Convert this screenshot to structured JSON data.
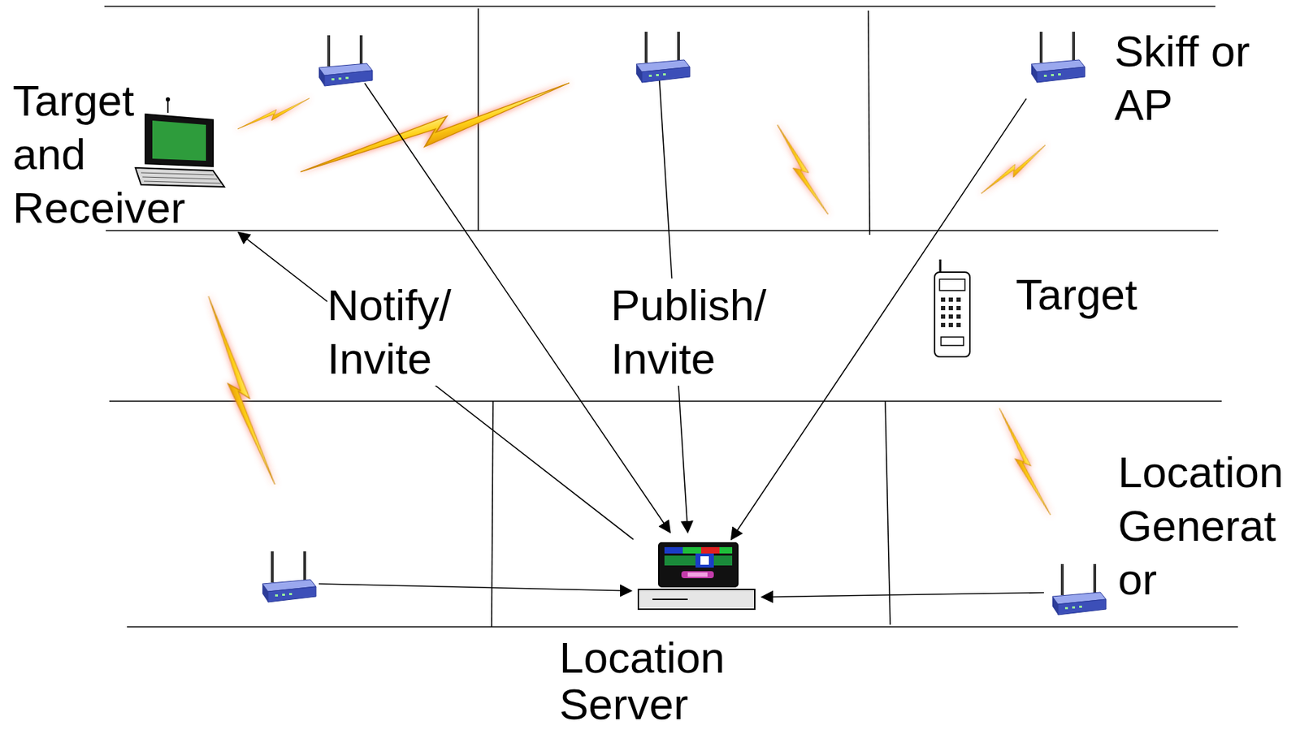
{
  "diagram": {
    "nodes": [
      {
        "text": [
          "Target and Receiver"
        ]
      },
      {
        "text": [
          "Location Server"
        ]
      },
      {
        "text": [
          "Skiff or AP"
        ]
      },
      {
        "text": [
          "Target"
        ]
      },
      {
        "text": [
          "Location Generat or"
        ]
      }
    ],
    "edges": [
      {
        "from": 1,
        "to": 0,
        "arrow": "to",
        "label": "Notify/ Invite"
      },
      {
        "from": 2,
        "to": 1,
        "arrow": "to"
      },
      {
        "from": 4,
        "to": 1,
        "arrow": "to"
      }
    ],
    "labels": [
      "Publish/ Invite"
    ]
  }
}
